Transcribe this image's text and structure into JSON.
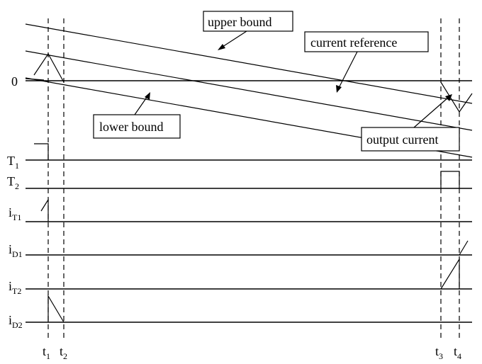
{
  "axis": {
    "zero_label": "0"
  },
  "callouts": {
    "upper_bound": "upper bound",
    "current_reference": "current reference",
    "lower_bound": "lower bound",
    "output_current": "output current"
  },
  "signals": [
    {
      "base": "T",
      "sub": "1"
    },
    {
      "base": "T",
      "sub": "2"
    },
    {
      "base": "i",
      "sub": "T1"
    },
    {
      "base": "i",
      "sub": "D1"
    },
    {
      "base": "i",
      "sub": "T2"
    },
    {
      "base": "i",
      "sub": "D2"
    }
  ],
  "time_marks": [
    {
      "base": "t",
      "sub": "1"
    },
    {
      "base": "t",
      "sub": "2"
    },
    {
      "base": "t",
      "sub": "3"
    },
    {
      "base": "t",
      "sub": "4"
    }
  ]
}
